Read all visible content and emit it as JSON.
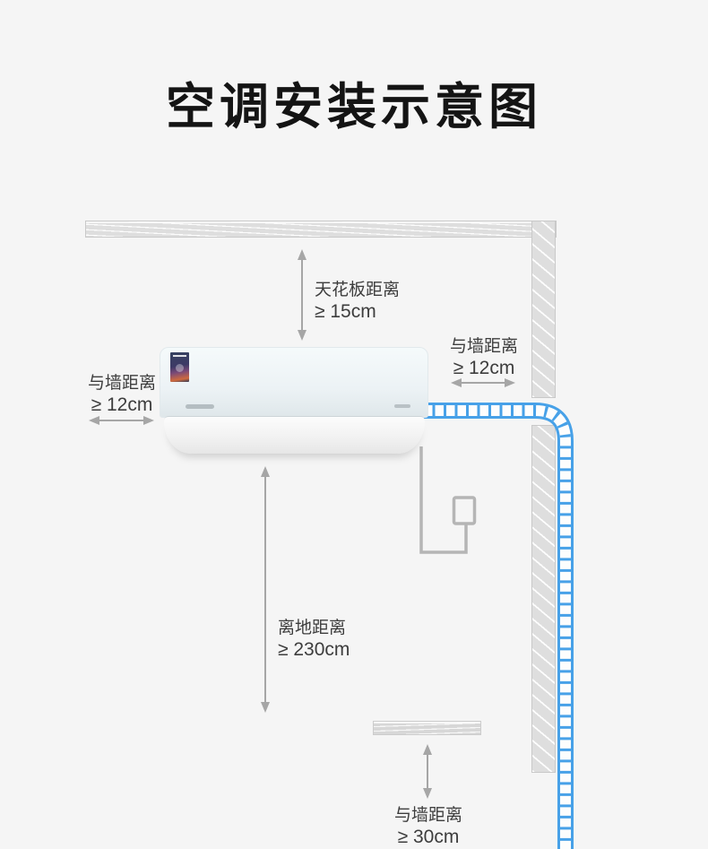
{
  "title": "空调安装示意图",
  "annotations": {
    "ceiling": {
      "label": "天花板距离",
      "value": "≥ 15cm"
    },
    "wall_right": {
      "label": "与墙距离",
      "value": "≥ 12cm"
    },
    "wall_left": {
      "label": "与墙距离",
      "value": "≥ 12cm"
    },
    "floor": {
      "label": "离地距离",
      "value": "≥ 230cm"
    },
    "wall_bottom": {
      "label": "与墙距离",
      "value": "≥ 30cm"
    }
  },
  "colors": {
    "background": "#f5f5f5",
    "title_text": "#141414",
    "label_text": "#3d3d3d",
    "arrow_gray": "#a6a6a6",
    "wall_gray": "#dedede",
    "pipe_blue": "#47a1e8",
    "cord_gray": "#b5b5b5",
    "ac_body_white": "#eef4f6"
  },
  "icons": {
    "ac_unit": "wall-mounted-ac-indoor-unit",
    "energy_badge": "energy-efficiency-label",
    "brand_mark": "brand-logo-mark",
    "pipe": "corrugated-drain-pipe",
    "plug": "power-plug",
    "walls": "hatched-wall-sections"
  }
}
